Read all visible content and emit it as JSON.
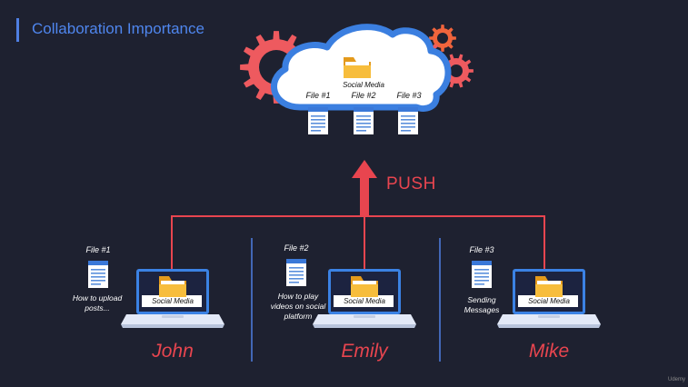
{
  "title": "Collaboration Importance",
  "push_label": "PUSH",
  "cloud": {
    "folder_label": "Social Media",
    "files": [
      "File #1",
      "File #2",
      "File #3"
    ]
  },
  "users": [
    {
      "name": "John",
      "file": "File #1",
      "description": "How to upload posts...",
      "laptop_label": "Social Media"
    },
    {
      "name": "Emily",
      "file": "File #2",
      "description": "How to play videos on social platform",
      "laptop_label": "Social Media"
    },
    {
      "name": "Mike",
      "file": "File #3",
      "description": "Sending Messages",
      "laptop_label": "Social Media"
    }
  ],
  "watermark": "Udemy",
  "colors": {
    "background": "#1e2130",
    "accent_blue": "#4f86ee",
    "push_red": "#e8454f",
    "gear_red": "#ee5a5f",
    "gear_orange": "#f0643c",
    "folder_yellow": "#f4b733"
  },
  "icons": [
    "gear-icon",
    "cloud-icon",
    "folder-icon",
    "document-icon",
    "laptop-icon",
    "arrow-up-icon"
  ]
}
